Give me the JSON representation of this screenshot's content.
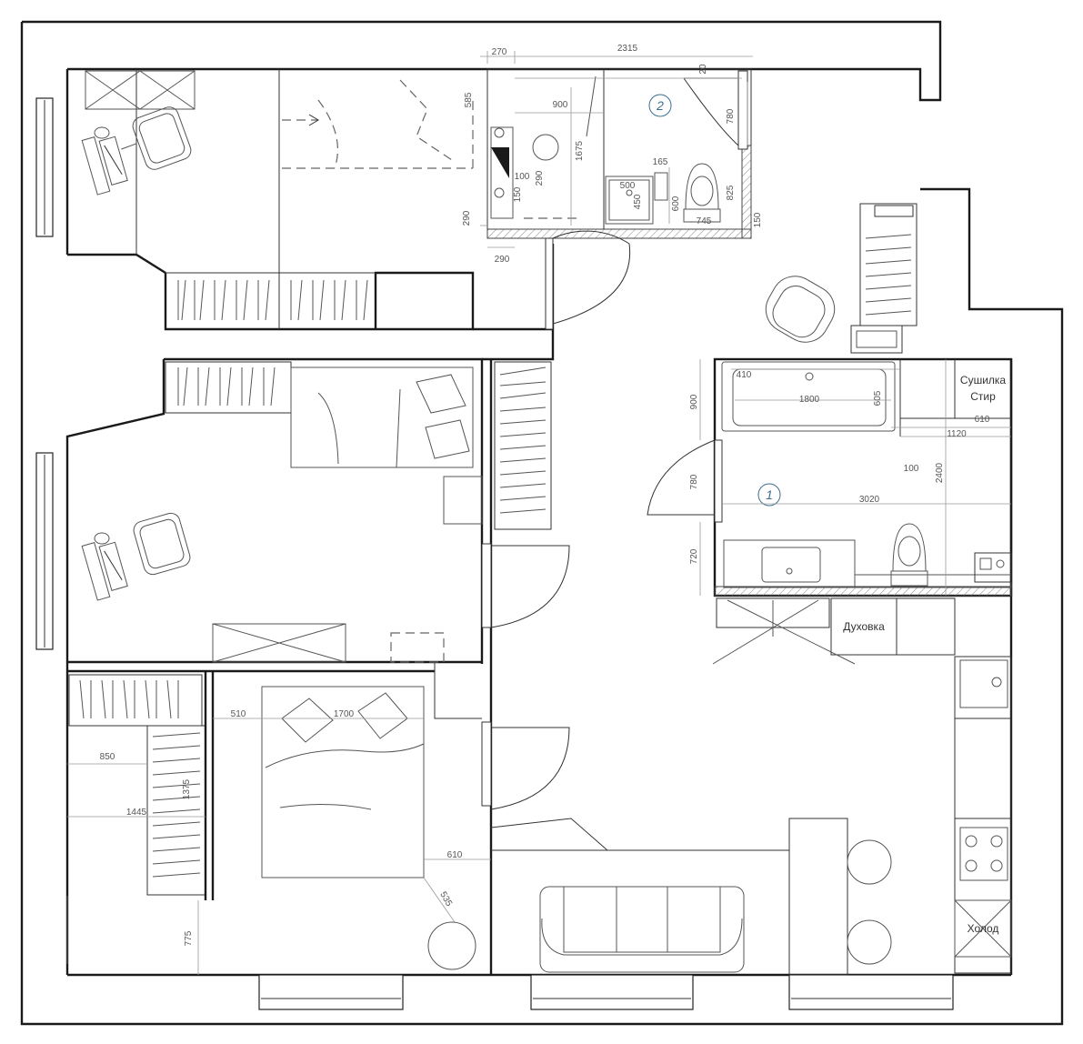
{
  "labels": {
    "dryer_line1": "Сушилка",
    "dryer_line2": "Стир",
    "oven": "Духовка",
    "fridge": "Холод"
  },
  "room_numbers": {
    "bathroom_1": "1",
    "bathroom_2": "2"
  },
  "dimensions": {
    "d270": "270",
    "d2315": "2315",
    "d20": "20",
    "d585": "585",
    "d900_top": "900",
    "d780_top": "780",
    "d1675": "1675",
    "d100_small": "100",
    "d290_v": "290",
    "d150_v": "150",
    "d165": "165",
    "d500": "500",
    "d450": "450",
    "d825": "825",
    "d600": "600",
    "d745": "745",
    "d150_r": "150",
    "d290_left": "290",
    "d290_bottom": "290",
    "d410": "410",
    "d1800": "1800",
    "d605": "605",
    "d900_bath": "900",
    "d610_r": "610",
    "d1120": "1120",
    "d100_bath": "100",
    "d2400": "2400",
    "d780_bath": "780",
    "d3020": "3020",
    "d720": "720",
    "d510": "510",
    "d1700": "1700",
    "d850": "850",
    "d1445": "1445",
    "d1375": "1375",
    "d610_bed": "610",
    "d535": "535",
    "d775": "775"
  }
}
